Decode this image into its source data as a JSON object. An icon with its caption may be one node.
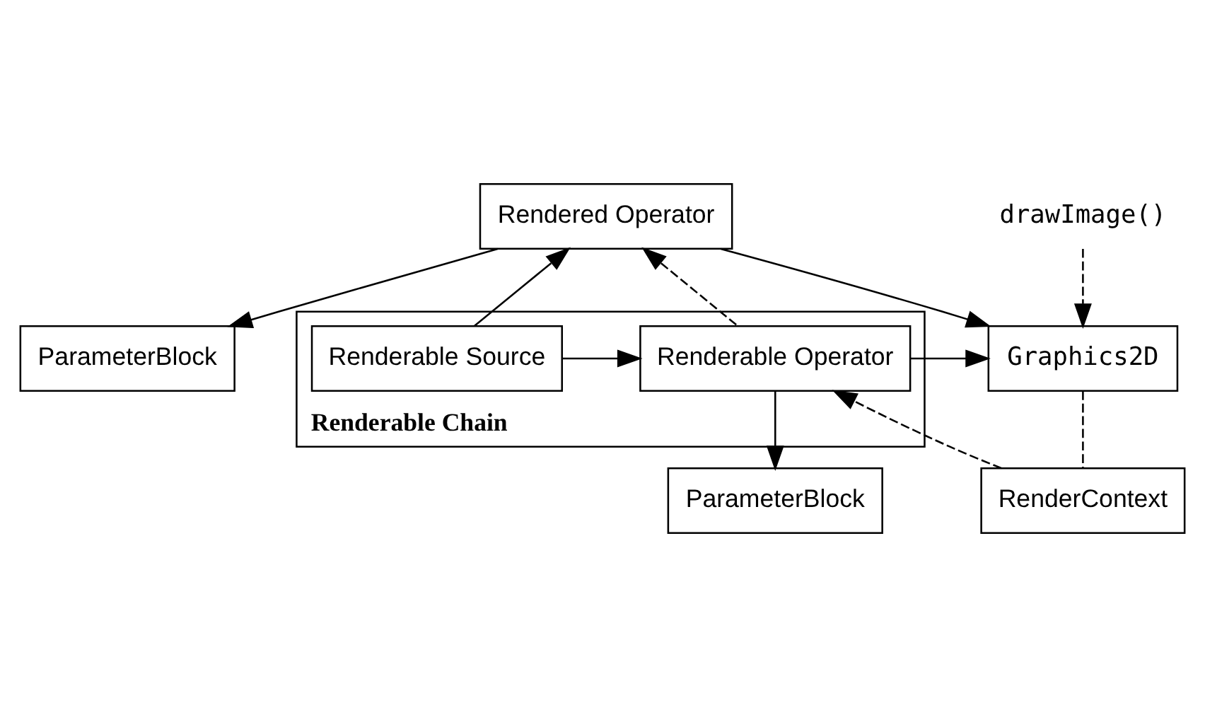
{
  "diagram": {
    "nodes": [
      {
        "text": [
          "Rendered Operator"
        ]
      },
      {
        "text": [
          "ParameterBlock"
        ]
      },
      {
        "text": [
          "Renderable Chain"
        ]
      },
      {
        "text": [
          "Renderable Source"
        ],
        "in": 2
      },
      {
        "text": [
          "Renderable Operator"
        ],
        "in": 2
      },
      {
        "text": [
          "Graphics2D"
        ]
      },
      {
        "text": [
          "RenderContext"
        ]
      },
      {
        "text": [
          "ParameterBlock"
        ]
      },
      {
        "text": [
          "drawImage()"
        ]
      }
    ],
    "edges": [
      {
        "from": 3,
        "to": 0,
        "arrow": "to"
      },
      {
        "from": 0,
        "to": 1,
        "arrow": "to"
      },
      {
        "from": 0,
        "to": 5,
        "arrow": "to"
      },
      {
        "from": 4,
        "to": 0,
        "arrow": "to",
        "style": "dashed"
      },
      {
        "from": 3,
        "to": 4,
        "arrow": "to"
      },
      {
        "from": 4,
        "to": 5,
        "arrow": "to"
      },
      {
        "from": 4,
        "to": 7,
        "arrow": "to"
      },
      {
        "from": 5,
        "to": 6,
        "arrow": "none",
        "style": "dashed"
      },
      {
        "from": 6,
        "to": 4,
        "arrow": "to",
        "style": "dashed"
      },
      {
        "from": 8,
        "to": 5,
        "arrow": "to",
        "style": "dashed"
      }
    ]
  }
}
